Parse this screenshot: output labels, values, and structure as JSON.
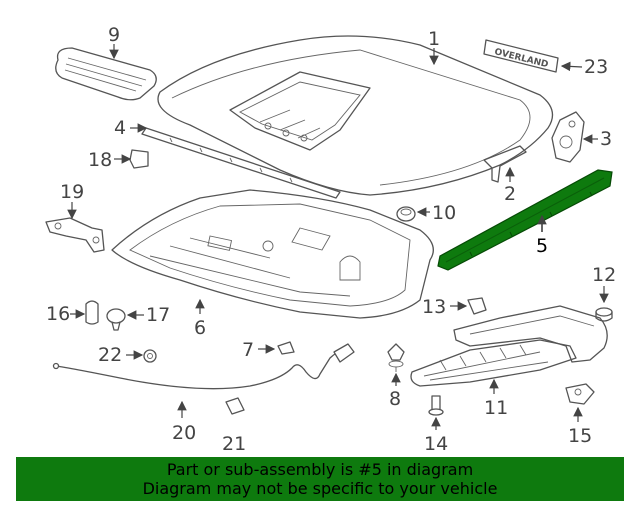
{
  "callouts": {
    "n1": "1",
    "n2": "2",
    "n3": "3",
    "n4": "4",
    "n5": "5",
    "n6": "6",
    "n7": "7",
    "n8": "8",
    "n9": "9",
    "n10": "10",
    "n11": "11",
    "n12": "12",
    "n13": "13",
    "n14": "14",
    "n15": "15",
    "n16": "16",
    "n17": "17",
    "n18": "18",
    "n19": "19",
    "n20": "20",
    "n21": "21",
    "n22": "22",
    "n23": "23"
  },
  "emblem_text": "OVERLAND",
  "banner": {
    "line1": "Part or sub-assembly is #5 in diagram",
    "line2": "Diagram may not be specific to your vehicle"
  },
  "colors": {
    "highlight": "#0e7a0e",
    "banner_bg": "#0e7a0e",
    "line": "#555555"
  }
}
